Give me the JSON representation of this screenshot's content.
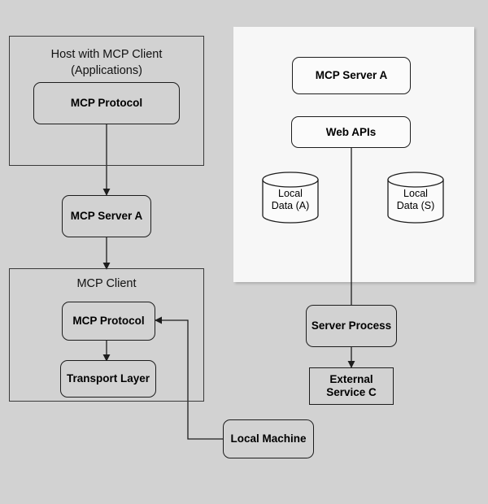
{
  "diagram": {
    "title": "MCP architecture diagram",
    "background_color": "#d2d2d2",
    "panel_color": "#f7f7f7",
    "line_color": "#1d1d1d",
    "groups": [
      {
        "id": "host",
        "label": "Host with MCP Client\n(Applications)"
      },
      {
        "id": "mcp-client",
        "label": "MCP Client"
      }
    ],
    "nodes": [
      {
        "id": "host-mcp-protocol",
        "label": "MCP Protocol"
      },
      {
        "id": "mcp-server-a-left",
        "label": "MCP Server A"
      },
      {
        "id": "client-mcp-protocol",
        "label": "MCP Protocol"
      },
      {
        "id": "transport-layer",
        "label": "Transport Layer"
      },
      {
        "id": "local-machine",
        "label": "Local Machine"
      },
      {
        "id": "mcp-server-a-right",
        "label": "MCP Server A"
      },
      {
        "id": "web-apis",
        "label": "Web APIs"
      },
      {
        "id": "local-data-a",
        "label": "Local\nData (A)"
      },
      {
        "id": "local-data-s",
        "label": "Local\nData (S)"
      },
      {
        "id": "server-process",
        "label": "Server Process"
      },
      {
        "id": "external-service-c",
        "label": "External\nService C"
      }
    ],
    "edges": [
      {
        "from": "host-mcp-protocol",
        "to": "mcp-server-a-left",
        "arrow": true
      },
      {
        "from": "mcp-server-a-left",
        "to": "mcp-client-group",
        "arrow": true
      },
      {
        "from": "client-mcp-protocol",
        "to": "transport-layer",
        "arrow": true
      },
      {
        "from": "local-machine",
        "to": "client-mcp-protocol",
        "arrow": true
      },
      {
        "from": "web-apis",
        "to": "server-process",
        "arrow": false
      },
      {
        "from": "server-process",
        "to": "external-service-c",
        "arrow": true
      }
    ]
  }
}
